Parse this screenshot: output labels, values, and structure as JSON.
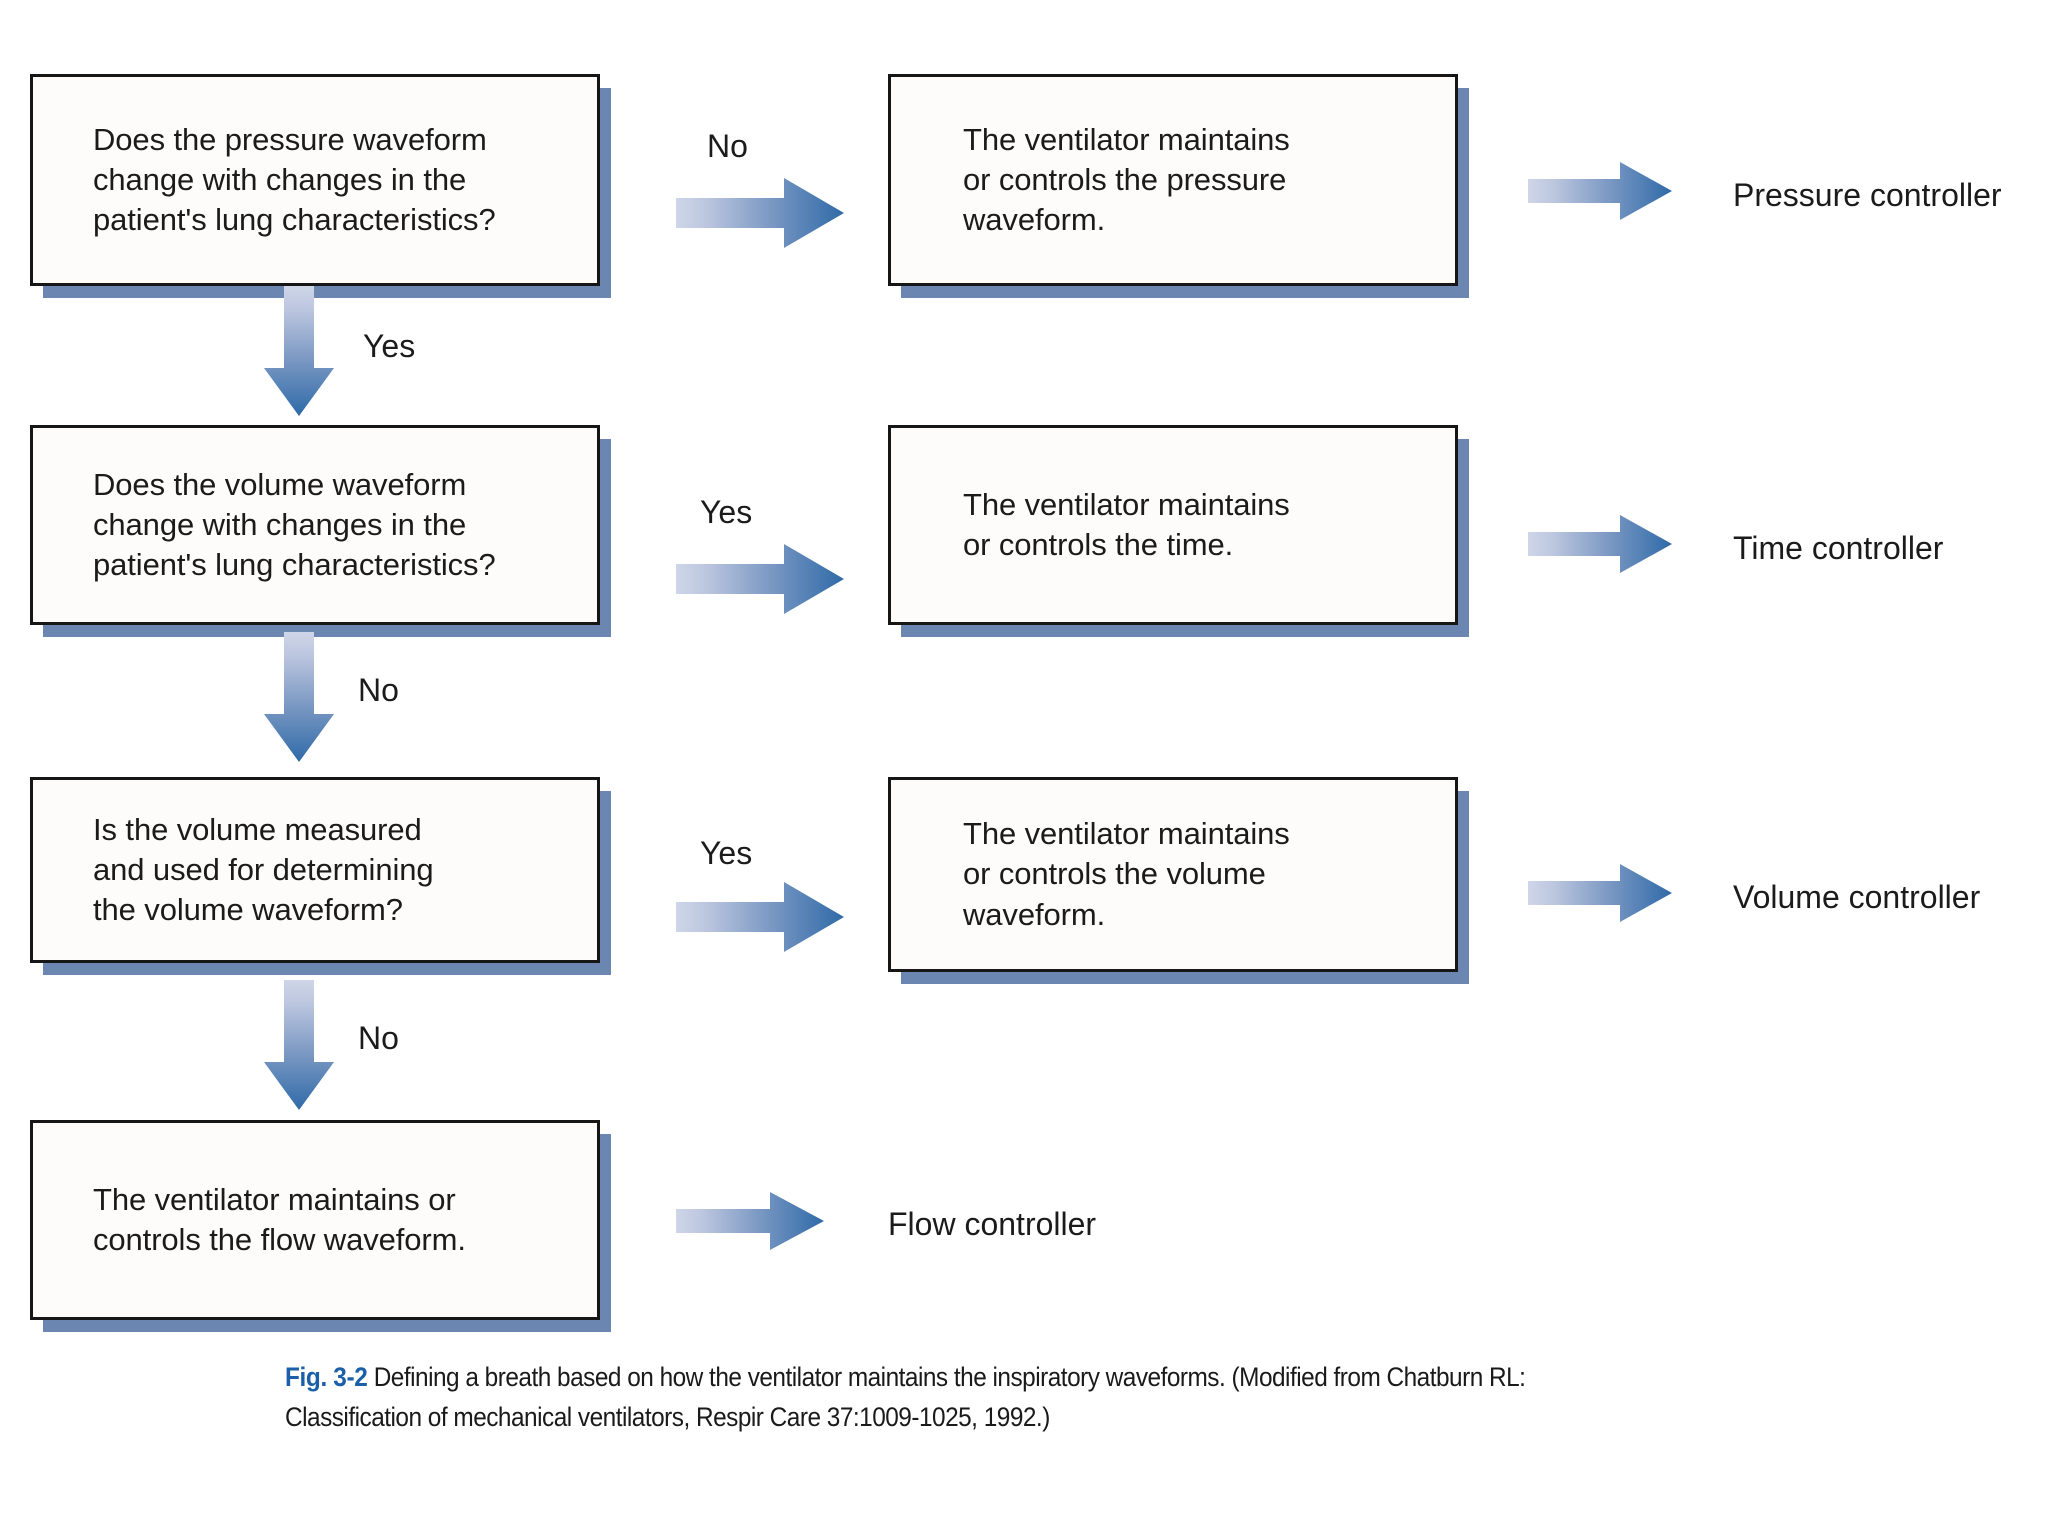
{
  "figure": {
    "id_label": "Fig. 3-2",
    "caption_text": "Defining a breath based on how the ventilator maintains the inspiratory waveforms. (Modified from Chatburn RL: Classification of mechanical ventilators, Respir Care 37:1009-1025, 1992.)",
    "accent_color": "#1a5fa8"
  },
  "colors": {
    "box_border": "#161616",
    "box_fill": "#fdfcfa",
    "box_shadow": "#6b86b0",
    "arrow_light": "#c6cfe4",
    "arrow_dark": "#2f6aa8",
    "text": "#1b1b1b"
  },
  "flowchart": {
    "type": "decision-tree",
    "decisions": [
      {
        "id": "q-pressure",
        "text": "Does the pressure waveform\nchange with changes in the\npatient's lung characteristics?",
        "branch_side_label": "No",
        "branch_down_label": "Yes"
      },
      {
        "id": "q-volume",
        "text": "Does the volume waveform\nchange with changes in the\npatient's lung characteristics?",
        "branch_side_label": "Yes",
        "branch_down_label": "No"
      },
      {
        "id": "q-volume-measured",
        "text": "Is the volume measured\nand used for determining\nthe volume waveform?",
        "branch_side_label": "Yes",
        "branch_down_label": "No"
      }
    ],
    "outcomes": [
      {
        "id": "o-pressure",
        "text": "The ventilator maintains\nor controls the pressure\nwaveform.",
        "controller": "Pressure controller"
      },
      {
        "id": "o-time",
        "text": "The ventilator maintains\nor controls the time.",
        "controller": "Time controller"
      },
      {
        "id": "o-volume",
        "text": "The ventilator maintains\nor controls the volume\nwaveform.",
        "controller": "Volume controller"
      }
    ],
    "terminal": {
      "id": "o-flow",
      "text": "The ventilator maintains or\ncontrols the flow waveform.",
      "controller": "Flow controller"
    }
  }
}
